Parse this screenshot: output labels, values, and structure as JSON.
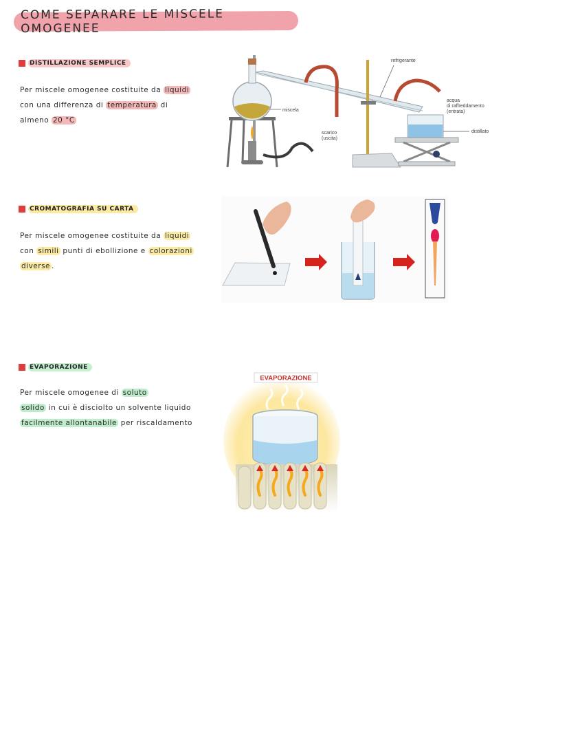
{
  "title": "COME SEPARARE LE MISCELE OMOGENEE",
  "sections": {
    "distillazione": {
      "heading": "DISTILLAZIONE SEMPLICE",
      "line1_a": "Per miscele omogenee costituite da ",
      "line1_hl": "liquidi",
      "line2_a": "con una differenza di ",
      "line2_hl": "temperatura",
      "line2_b": " di",
      "line3_a": "almeno ",
      "line3_hl": "20 °C",
      "figure_labels": {
        "refrigerante": "refrigerante",
        "miscela": "miscela",
        "scarico": "scarico",
        "uscita": "(uscita)",
        "acqua": "acqua",
        "raffreddamento": "di raffreddamento",
        "entrata": "(entrata)",
        "distillato": "distillato"
      }
    },
    "cromatografia": {
      "heading": "CROMATOGRAFIA SU CARTA",
      "line1_a": "Per miscele omogenee costituite da ",
      "line1_hl": "liquidi",
      "line2_a": "con ",
      "line2_hl1": "simili",
      "line2_b": " punti di ebollizione e ",
      "line2_hl2": "colorazioni",
      "line3_hl": "diverse",
      "line3_b": "."
    },
    "evaporazione": {
      "heading": "EVAPORAZIONE",
      "line1_a": "Per miscele omogenee di ",
      "line1_hl": "soluto",
      "line2_hl": "solido",
      "line2_b": " in cui è disciolto un solvente liquido",
      "line3_hl": "facilmente allontanabile",
      "line3_b": " per riscaldamento",
      "figure_title": "EVAPORAZIONE"
    }
  },
  "colors": {
    "title_bg": "#f1a3ab",
    "bullet": "#e23b3b",
    "highlight_red": "#f4b8b8",
    "highlight_yellow": "#faeaa3",
    "highlight_green": "#bfeccb"
  }
}
